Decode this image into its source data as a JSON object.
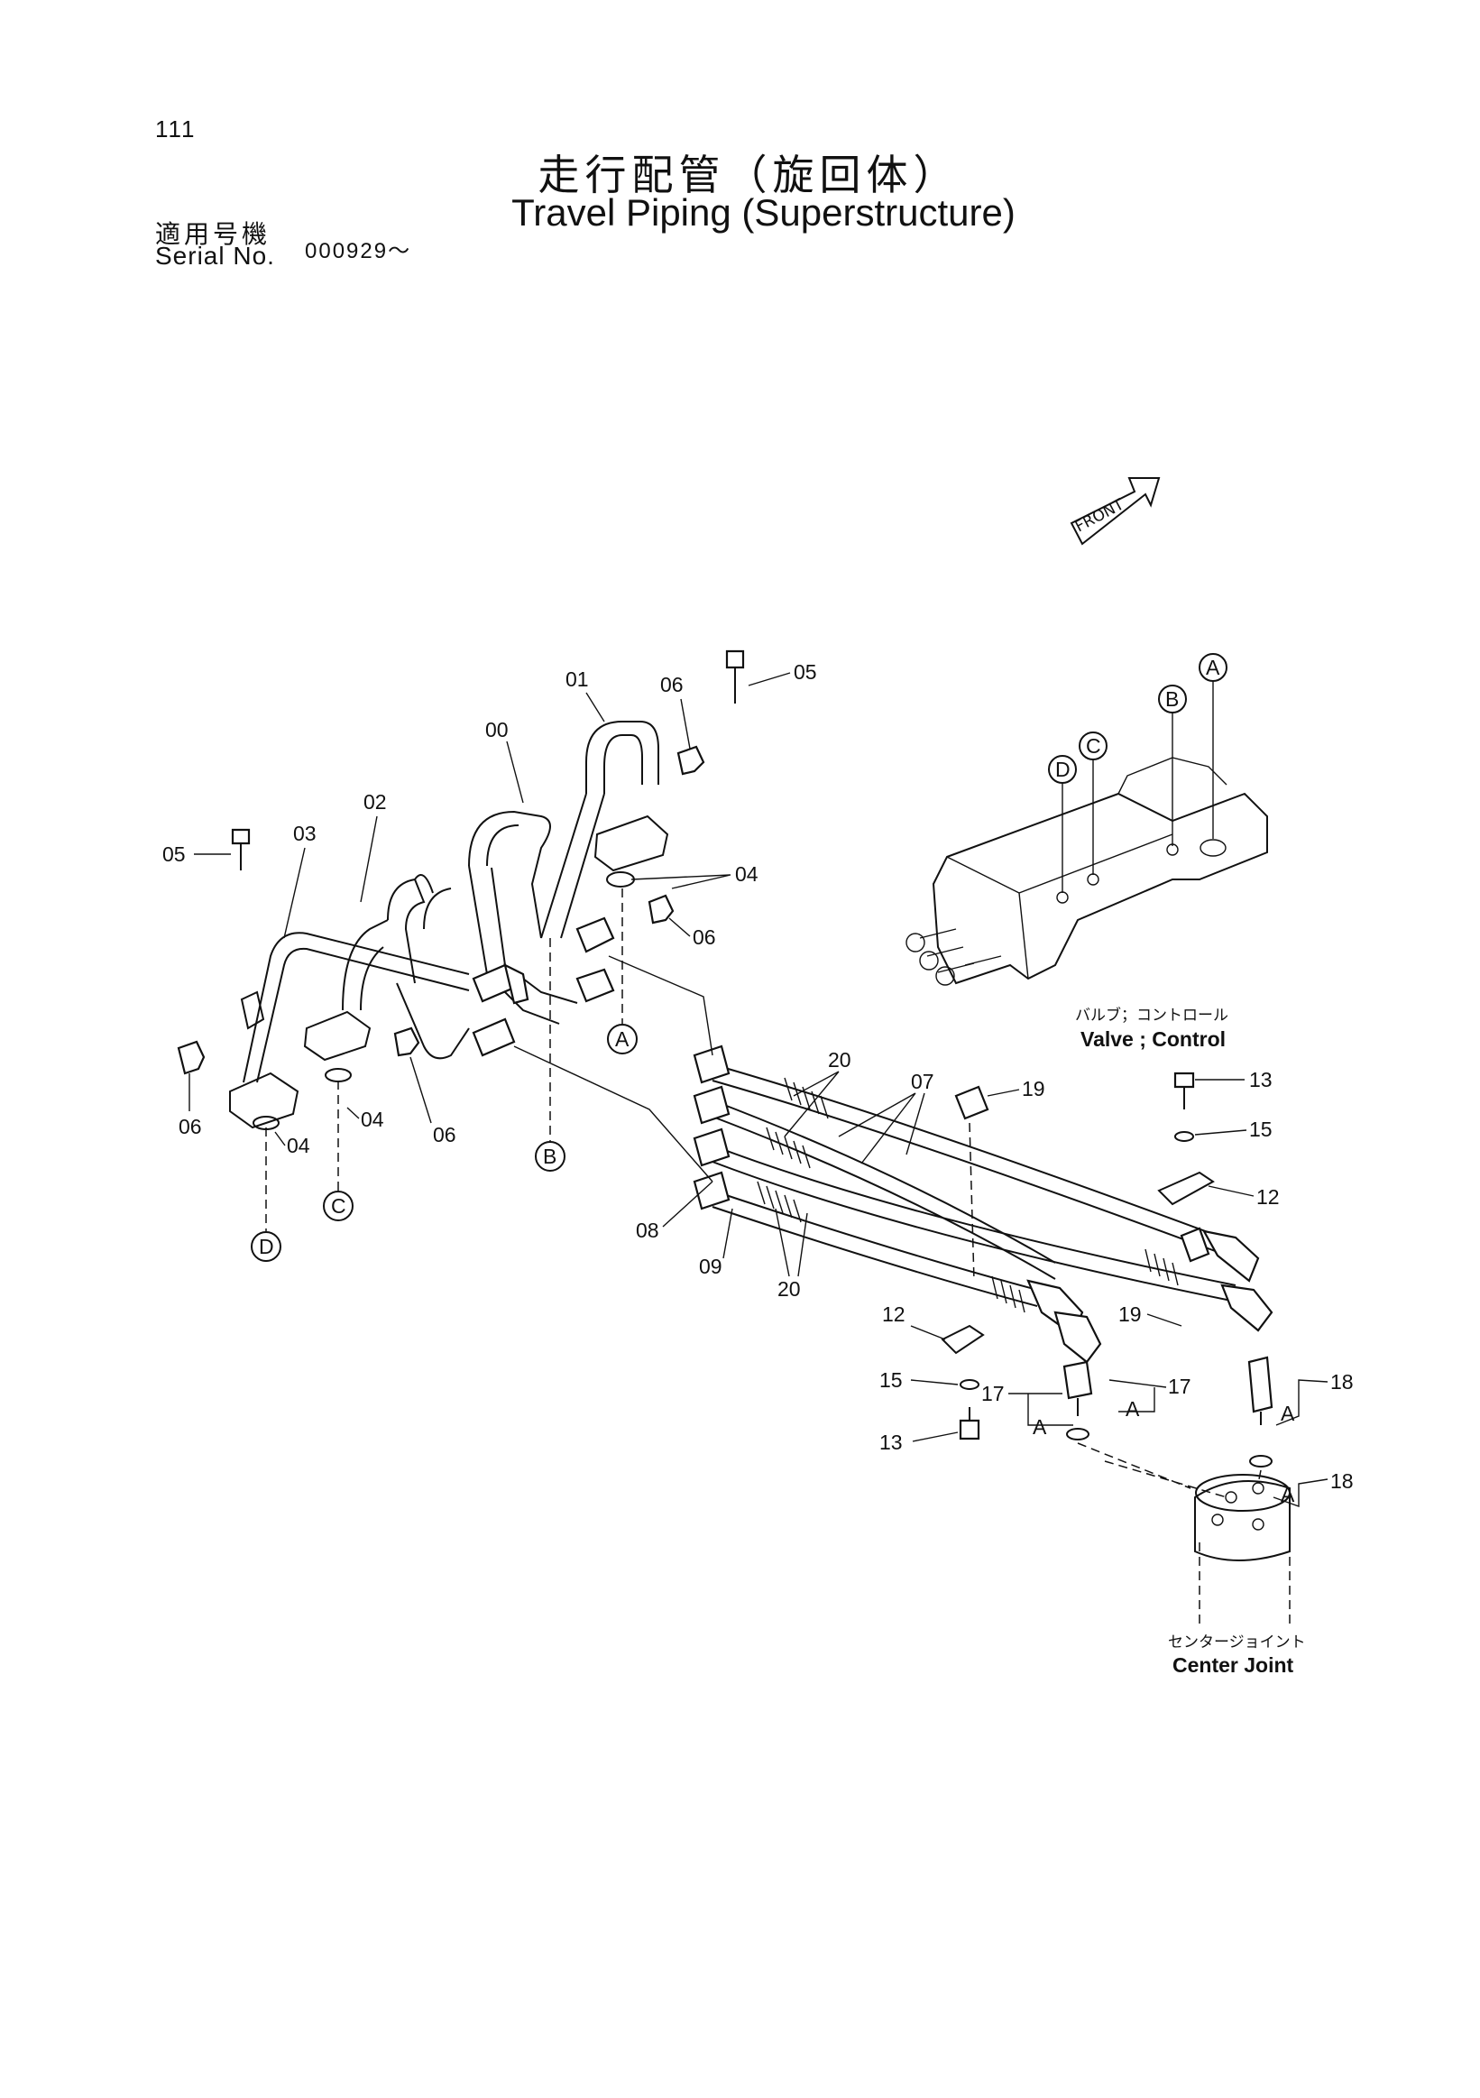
{
  "page_number": "111",
  "title": {
    "jp": "走行配管（旋回体）",
    "en": "Travel Piping (Superstructure)"
  },
  "serial": {
    "label_jp": "適用号機",
    "label_en": "Serial No.",
    "value": "000929～"
  },
  "direction_tag": "FRONT",
  "valve_label": {
    "jp": "バルブ；コントロール",
    "en": "Valve ; Control"
  },
  "center_joint_label": {
    "jp": "センタージョイント",
    "en": "Center Joint"
  },
  "ports": [
    "A",
    "B",
    "C",
    "D"
  ],
  "part_numbers": [
    "00",
    "01",
    "02",
    "03",
    "04",
    "05",
    "06",
    "07",
    "08",
    "09",
    "12",
    "13",
    "15",
    "17",
    "18",
    "19",
    "20"
  ]
}
